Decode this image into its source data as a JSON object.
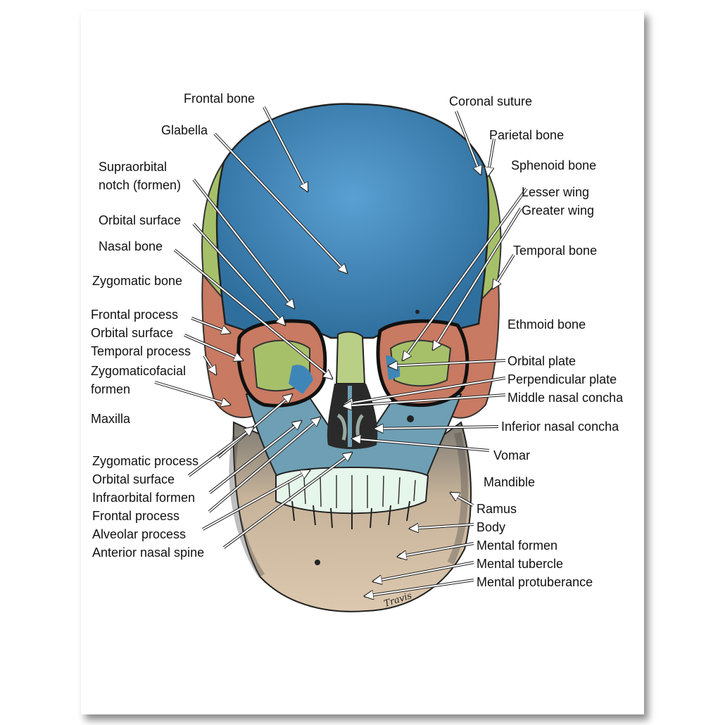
{
  "labels": {
    "frontal_bone": "Frontal bone",
    "glabella": "Glabella",
    "supraorbital_notch": "Supraorbital\nnotch (formen)",
    "orbital_surface_upper": "Orbital surface",
    "nasal_bone": "Nasal bone",
    "zygomatic_bone": "Zygomatic bone",
    "frontal_process_zyg": "Frontal process",
    "orbital_surface_zyg": "Orbital surface",
    "temporal_process": "Temporal process",
    "zygomaticofacial_formen": "Zygomaticofacial\nformen",
    "maxilla": "Maxilla",
    "zygomatic_process": "Zygomatic process",
    "orbital_surface_max": "Orbital surface",
    "infraorbital_formen": "Infraorbital formen",
    "frontal_process_max": "Frontal process",
    "alveolar_process": "Alveolar process",
    "anterior_nasal_spine": "Anterior nasal spine",
    "coronal_suture": "Coronal suture",
    "parietal_bone": "Parietal bone",
    "sphenoid_bone": "Sphenoid bone",
    "lesser_wing": "Lesser wing",
    "greater_wing": "Greater wing",
    "temporal_bone": "Temporal bone",
    "ethmoid_bone": "Ethmoid bone",
    "orbital_plate": "Orbital plate",
    "perpendicular_plate": "Perpendicular plate",
    "middle_nasal_concha": "Middle nasal concha",
    "inferior_nasal_concha": "Inferior nasal concha",
    "vomar": "Vomar",
    "mandible": "Mandible",
    "ramus": "Ramus",
    "body": "Body",
    "mental_formen": "Mental formen",
    "mental_tubercle": "Mental tubercle",
    "mental_protuberance": "Mental protuberance"
  },
  "signature": "Travis",
  "colors": {
    "frontal": "#3f86b8",
    "parietal_sphenoid": "#a6c06a",
    "zygomatic_temporal": "#c87a62",
    "maxilla": "#6e9fb4",
    "mandible": "#cdb9a0",
    "teeth": "#e6f6ea"
  }
}
